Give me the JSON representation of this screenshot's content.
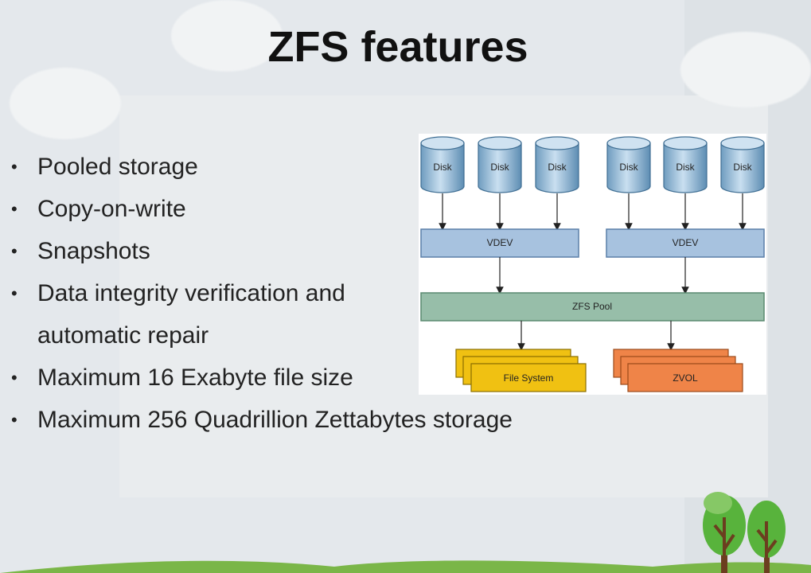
{
  "slide": {
    "title": "ZFS features",
    "bullets": [
      "Pooled storage",
      "Copy-on-write",
      "Snapshots",
      "Data integrity verification and automatic repair",
      "Maximum 16 Exabyte file size",
      "Maximum 256 Quadrillion Zettabytes storage"
    ]
  },
  "diagram": {
    "disk_label": "Disk",
    "vdev_label": "VDEV",
    "pool_label": "ZFS Pool",
    "filesystem_label": "File System",
    "zvol_label": "ZVOL",
    "colors": {
      "disk": "#9fc3dc",
      "vdev": "#a7c2df",
      "pool": "#97bea9",
      "filesystem": "#f0c112",
      "zvol": "#ef8448"
    }
  }
}
